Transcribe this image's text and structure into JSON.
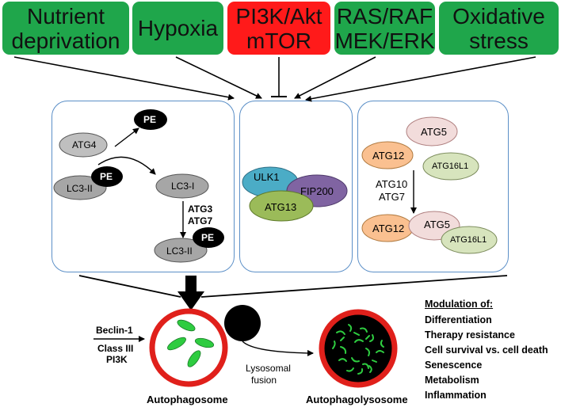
{
  "top_boxes": [
    {
      "label": "Nutrient\ndeprivation",
      "color": "#1fa64b"
    },
    {
      "label": "Hypoxia",
      "color": "#1fa64b"
    },
    {
      "label": "PI3K/Akt\nmTOR",
      "color": "#ff1a1a"
    },
    {
      "label": "RAS/RAF\nMEK/ERK",
      "color": "#1fa64b"
    },
    {
      "label": "Oxidative\nstress",
      "color": "#1fa64b"
    }
  ],
  "left_panel": {
    "atg4": "ATG4",
    "pe_top": "PE",
    "pe_mid": "PE",
    "lc3ii_a": "LC3-II",
    "lc3i": "LC3-I",
    "atg3": "ATG3",
    "atg7": "ATG7",
    "lc3ii_b": "LC3-II",
    "pe_bottom": "PE"
  },
  "middle_panel": {
    "ulk1": "ULK1",
    "fip200": "FIP200",
    "atg13": "ATG13"
  },
  "right_panel": {
    "atg5_top": "ATG5",
    "atg12_top": "ATG12",
    "atg16l1_top": "ATG16L1",
    "atg10": "ATG10",
    "atg7": "ATG7",
    "atg12_bottom": "ATG12",
    "atg5_bottom": "ATG5",
    "atg16l1_bottom": "ATG16L1"
  },
  "bottom": {
    "beclin": "Beclin-1",
    "class3": "Class III",
    "pi3k": "PI3K",
    "autophagosome": "Autophagosome",
    "lysosomal": "Lysosomal",
    "fusion": "fusion",
    "autophagolysosome": "Autophagolysosome"
  },
  "modulation": {
    "title": "Modulation of:",
    "items": [
      "Differentiation",
      "Therapy resistance",
      "Cell survival vs. cell death",
      "Senescence",
      "Metabolism",
      "Inflammation"
    ]
  },
  "colors": {
    "panel_border": "#5b8fc7",
    "grey_oval": "#bfbfbf",
    "grey_dark_oval": "#a6a6a6",
    "ulk1": "#4bacc6",
    "fip200": "#8064a2",
    "atg13": "#9bbb59",
    "atg12": "#fac090",
    "atg5": "#f2dcdb",
    "atg16l1": "#d7e4bd",
    "vesicle_ring": "#e0201b",
    "cargo_green": "#2ecc40"
  }
}
